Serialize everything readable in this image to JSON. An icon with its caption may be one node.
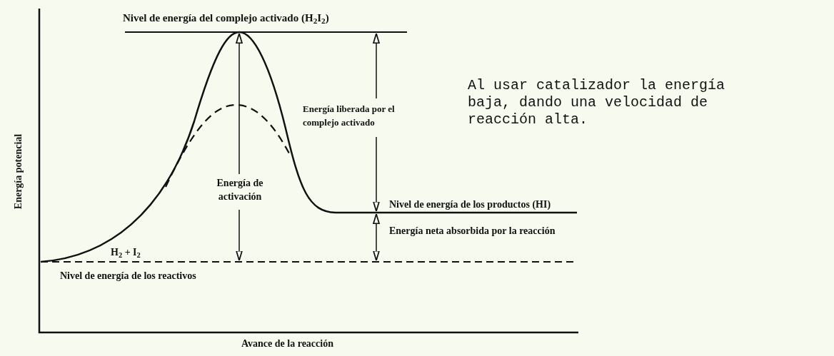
{
  "diagram": {
    "labels": [
      "Nivel de energía del complejo activado (H$_{2}$I$_{2}$)",
      "Energía potencial",
      "Energía liberada por el complejo activado",
      "Al usar catalizador la energía baja, dando una velocidad de reacción alta.",
      "Energía de activación",
      "Nivel de energía de los productos (HI)",
      "Energía neta absorbida por la reacción",
      "H$_{2}$ + I$_{2}$",
      "Nivel de energía de los reactivos",
      "Avance de la reacción"
    ]
  }
}
